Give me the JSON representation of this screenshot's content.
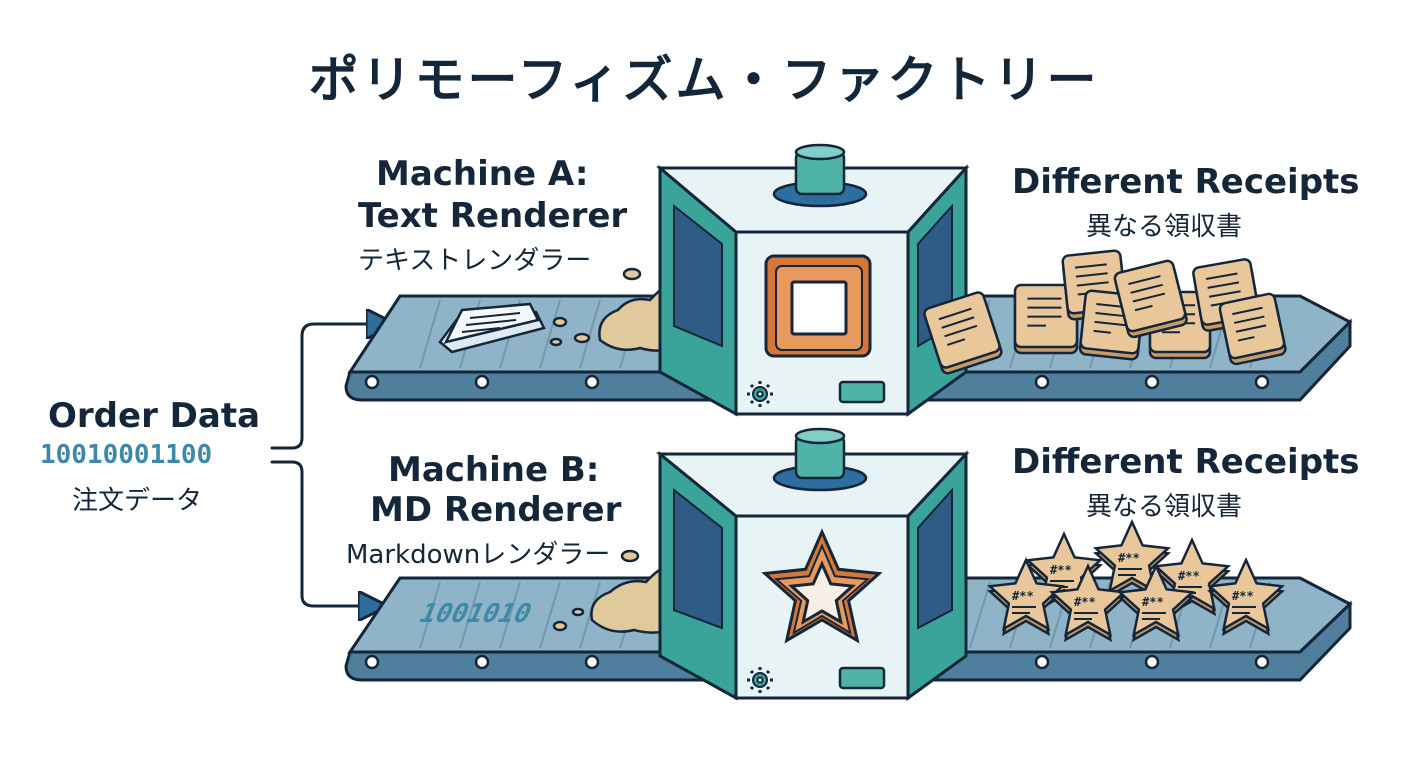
{
  "title": "ポリモーフィズム・ファクトリー",
  "input": {
    "label": "Order Data",
    "binary": "10010001100",
    "label_jp": "注文データ"
  },
  "machine_a": {
    "name": "Machine A:",
    "role": "Text Renderer",
    "role_jp": "テキストレンダラー",
    "output_label": "Different Receipts",
    "output_label_jp": "異なる領収書"
  },
  "machine_b": {
    "name": "Machine B:",
    "role": "MD Renderer",
    "role_jp": "Markdownレンダラー",
    "belt_binary": "1001010",
    "output_label": "Different Receipts",
    "output_label_jp": "異なる領収書",
    "star_mark": "#**"
  },
  "colors": {
    "ink": "#14263a",
    "teal": "#3aa39a",
    "belt": "#8fb4c8",
    "machine_body": "#e8f3f6",
    "binary": "#3f88a8",
    "receipt": "#e9c79a",
    "dough": "#e0c99b",
    "frame_orange": "#d6773a"
  }
}
